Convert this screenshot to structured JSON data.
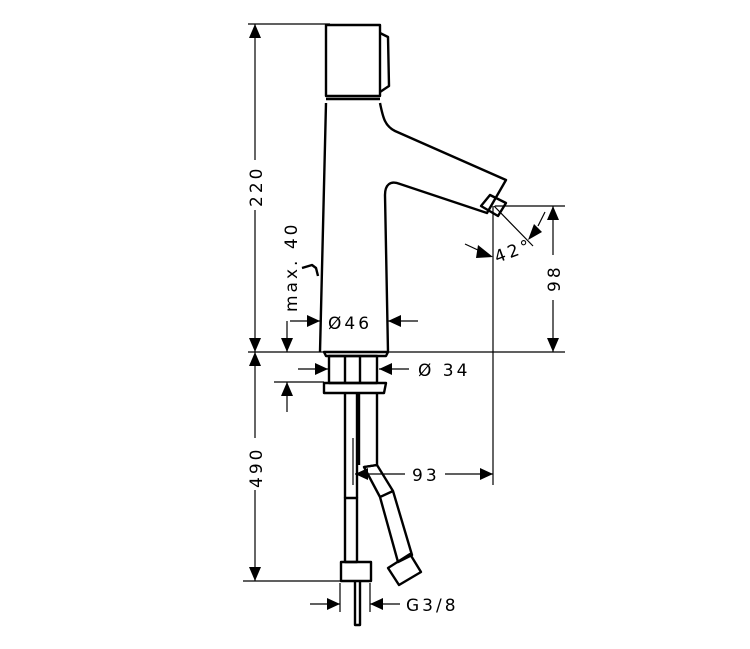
{
  "dimensions": {
    "total_height": "220",
    "max_deck_thickness": "max. 40",
    "body_diameter": "Ø46",
    "spout_height": "98",
    "spray_angle": "42°",
    "shank_diameter": "Ø 34",
    "hose_length": "490",
    "spout_reach": "93",
    "connection_thread": "G3/8"
  }
}
